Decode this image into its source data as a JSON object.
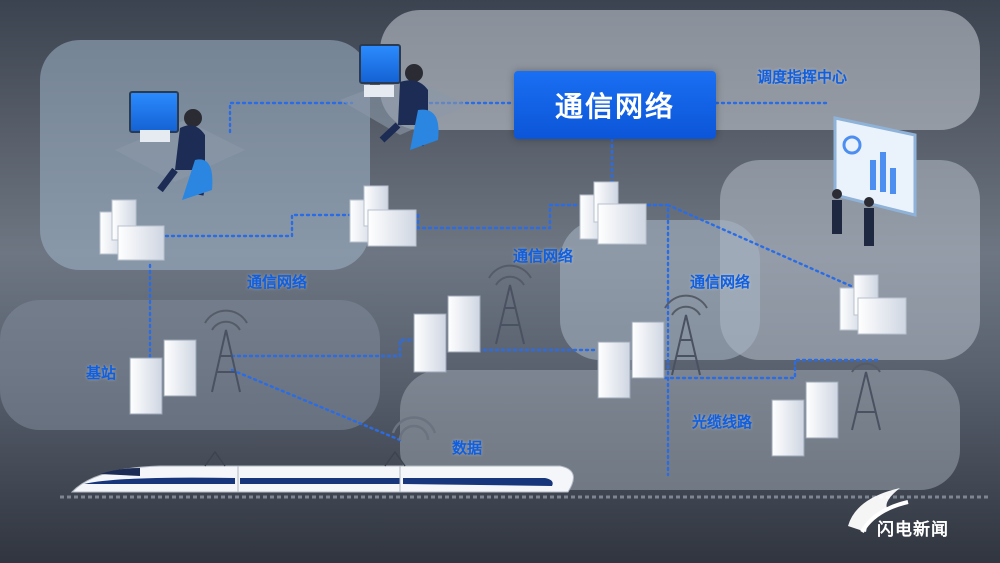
{
  "title": "通信网络",
  "labels": {
    "dispatch_center": "调度指挥中心",
    "network_left": "通信网络",
    "network_center": "通信网络",
    "network_right": "通信网络",
    "base_station": "基站",
    "data": "数据",
    "fiber_line": "光缆线路"
  },
  "brand": {
    "name": "闪电新闻"
  },
  "colors": {
    "accent": "#0f5fe0",
    "title_bg": "#1565e8",
    "dotted_line": "#2a6ce6",
    "train_blue": "#16357a"
  }
}
